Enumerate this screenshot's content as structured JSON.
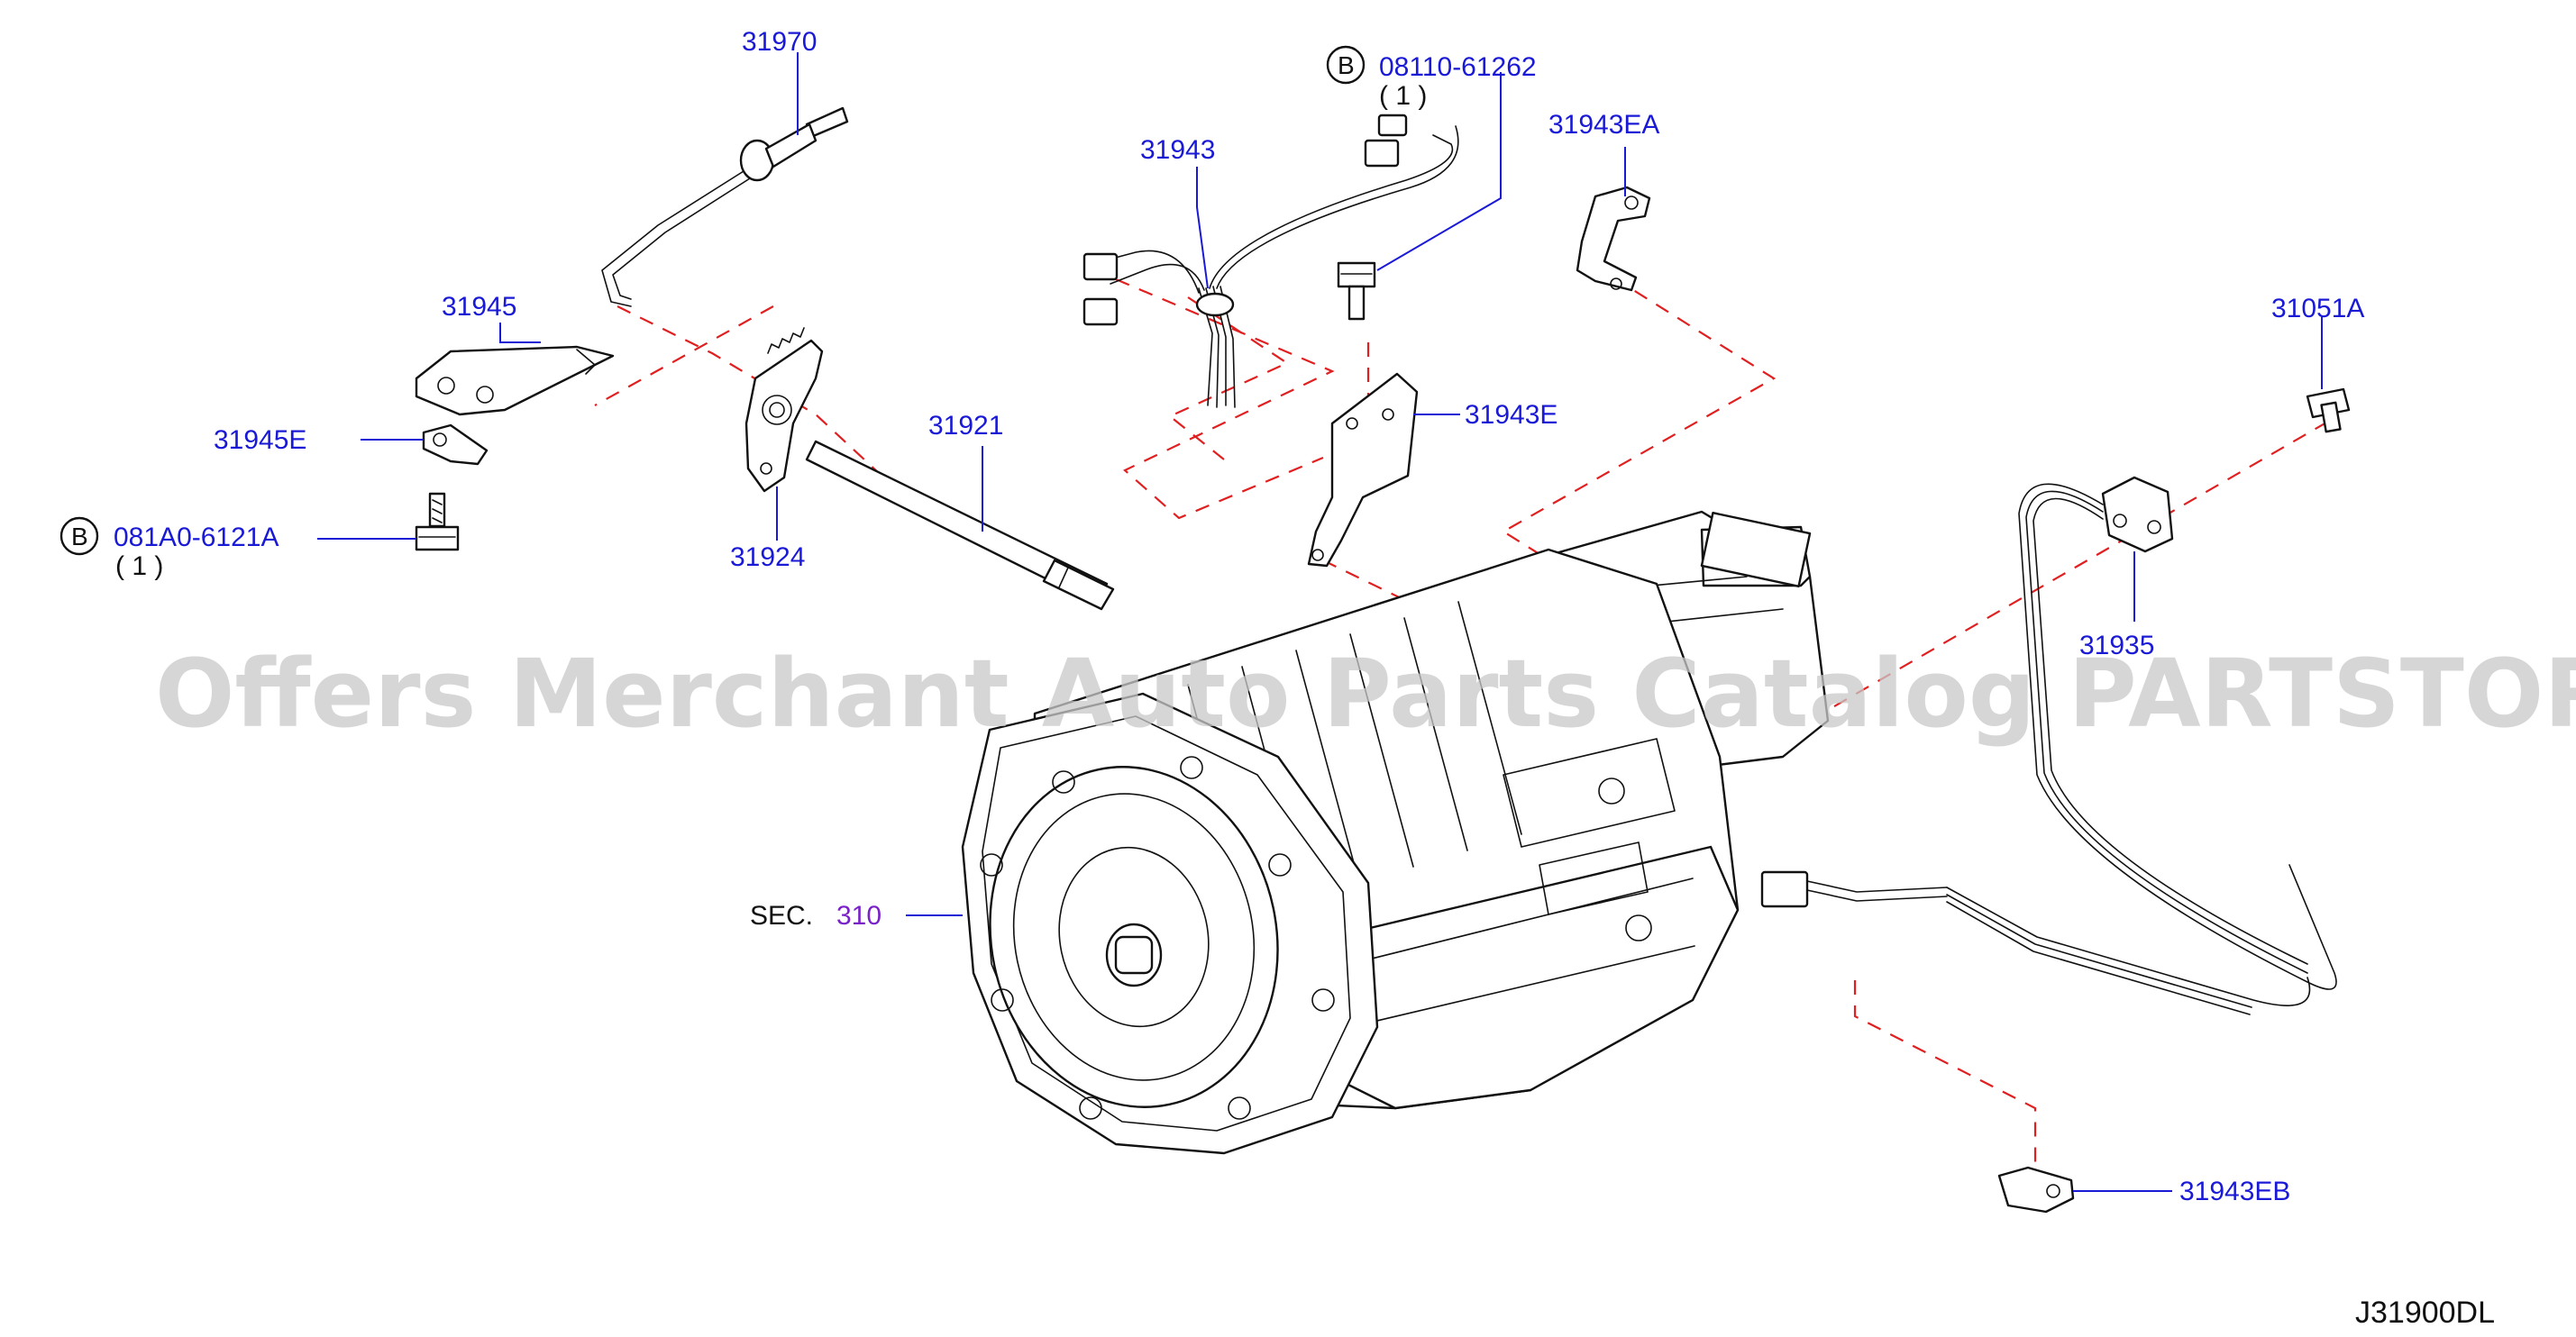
{
  "callouts": {
    "p31970": "31970",
    "p31945": "31945",
    "p31945E": "31945E",
    "p081A0": "081A0-6121A",
    "p081A0_qty": "( 1 )",
    "p31924": "31924",
    "p31921": "31921",
    "p31943": "31943",
    "p08110": "08110-61262",
    "p08110_qty": "( 1 )",
    "p31943EA": "31943EA",
    "p31943E": "31943E",
    "p31051A": "31051A",
    "p31935": "31935",
    "p31943EB": "31943EB"
  },
  "badge_letters": {
    "b1": "B",
    "b2": "B"
  },
  "section_ref": {
    "prefix": "SEC.",
    "number": "310"
  },
  "diagram_code": "J31900DL",
  "watermark": "Offers Merchant Auto Parts Catalog PARTSTORE.SA",
  "colors": {
    "part_number": "#1a1ad6",
    "section_number": "#7a22c8",
    "dashed_leader": "#e02020",
    "outline": "#111111",
    "watermark": "#c9c9c9"
  }
}
